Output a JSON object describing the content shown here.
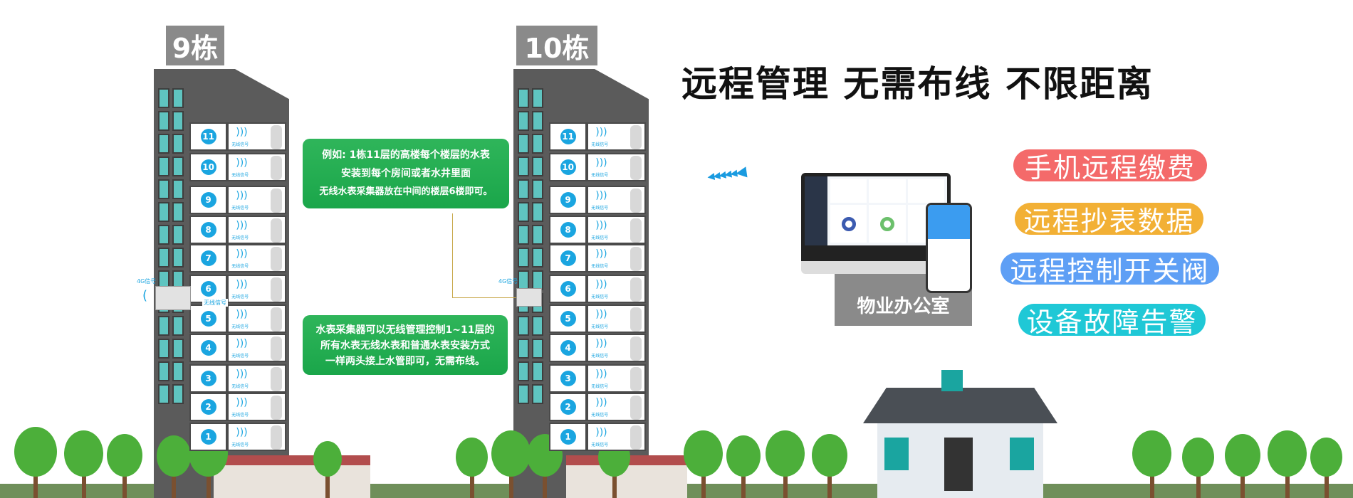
{
  "headline": "远程管理 无需布线 不限距离",
  "buildings": [
    {
      "label": "9栋"
    },
    {
      "label": "10栋"
    }
  ],
  "floors": [
    "11",
    "10",
    "9",
    "8",
    "7",
    "6",
    "5",
    "4",
    "3",
    "2",
    "1"
  ],
  "wireless_label": "无线信号",
  "signal_4g": "4G信号",
  "callouts": {
    "example": [
      "例如: 1栋11层的高楼每个楼层的水表",
      "安装到每个房间或者水井里面",
      "无线水表采集器放在中间的楼层6楼即可。"
    ],
    "collector": [
      "水表采集器可以无线管理控制1~11层的",
      "所有水表无线水表和普通水表安装方式",
      "一样两头接上水管即可，无需布线。"
    ]
  },
  "office_label": "物业办公室",
  "features": [
    {
      "label": "手机远程缴费",
      "color": "#f46a6a"
    },
    {
      "label": "远程抄表数据",
      "color": "#f2b035"
    },
    {
      "label": "远程控制开关阀",
      "color": "#5e9ff5"
    },
    {
      "label": "设备故障告警",
      "color": "#1fc8d6"
    }
  ]
}
